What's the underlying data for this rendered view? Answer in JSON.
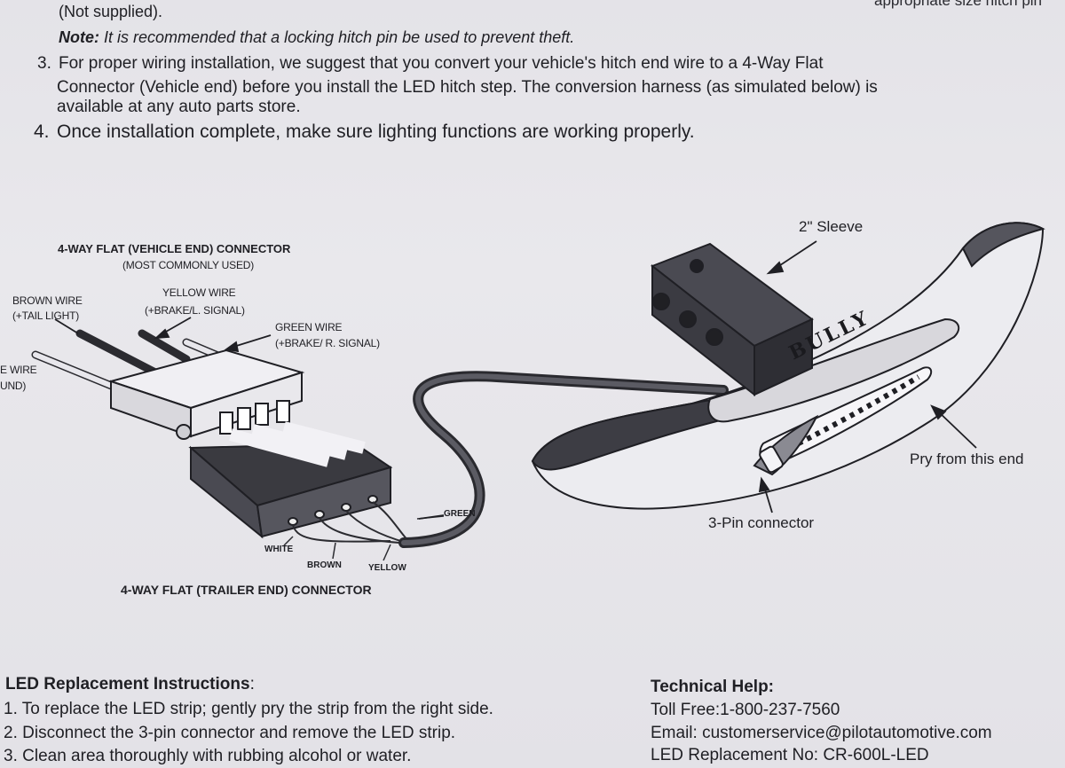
{
  "header": {
    "not_supplied": "(Not supplied).",
    "cropped_right": "appropriate size hitch pin",
    "note_label": "Note:",
    "note_text": " It is recommended that a locking hitch pin be used to prevent theft."
  },
  "steps": [
    {
      "number": "3.",
      "lines": [
        "For proper wiring installation, we suggest that you convert your vehicle's hitch end wire to a  4-Way Flat",
        "Connector (Vehicle end) before you install the LED hitch step. The conversion harness (as simulated below) is",
        "available at any auto parts store."
      ]
    },
    {
      "number": "4.",
      "lines": [
        "Once installation complete, make sure lighting functions are working properly."
      ]
    }
  ],
  "diagram": {
    "vehicle_connector_title": "4-WAY FLAT (VEHICLE END) CONNECTOR",
    "vehicle_connector_subtitle": "(MOST COMMONLY USED)",
    "brown_wire": "BROWN WIRE",
    "brown_wire_fn": "(+TAIL LIGHT)",
    "yellow_wire": "YELLOW WIRE",
    "yellow_wire_fn": "(+BRAKE/L. SIGNAL)",
    "green_wire": "GREEN WIRE",
    "green_wire_fn": "(+BRAKE/ R. SIGNAL)",
    "white_wire_cropped": "E WIRE",
    "ground_cropped": "UND)",
    "trailer_green": "GREEN",
    "trailer_white": "WHITE",
    "trailer_brown": "BROWN",
    "trailer_yellow": "YELLOW",
    "trailer_connector_title": "4-WAY FLAT (TRAILER END) CONNECTOR",
    "sleeve_label": "2\" Sleeve",
    "brand": "BULLY",
    "pry_label": "Pry from this end",
    "pin_connector_label": "3-Pin connector"
  },
  "led_instructions": {
    "title": "LED Replacement Instructions",
    "title_colon": ":",
    "items": [
      "1. To replace the LED strip; gently pry the strip from the right side.",
      "2. Disconnect the 3-pin connector and remove the LED strip.",
      "3. Clean area thoroughly with rubbing alcohol or water."
    ]
  },
  "tech_help": {
    "title": "Technical Help:",
    "toll_free": "Toll Free:1-800-237-7560",
    "email": "Email: customerservice@pilotautomotive.com",
    "part_no": "LED Replacement No: CR-600L-LED"
  }
}
